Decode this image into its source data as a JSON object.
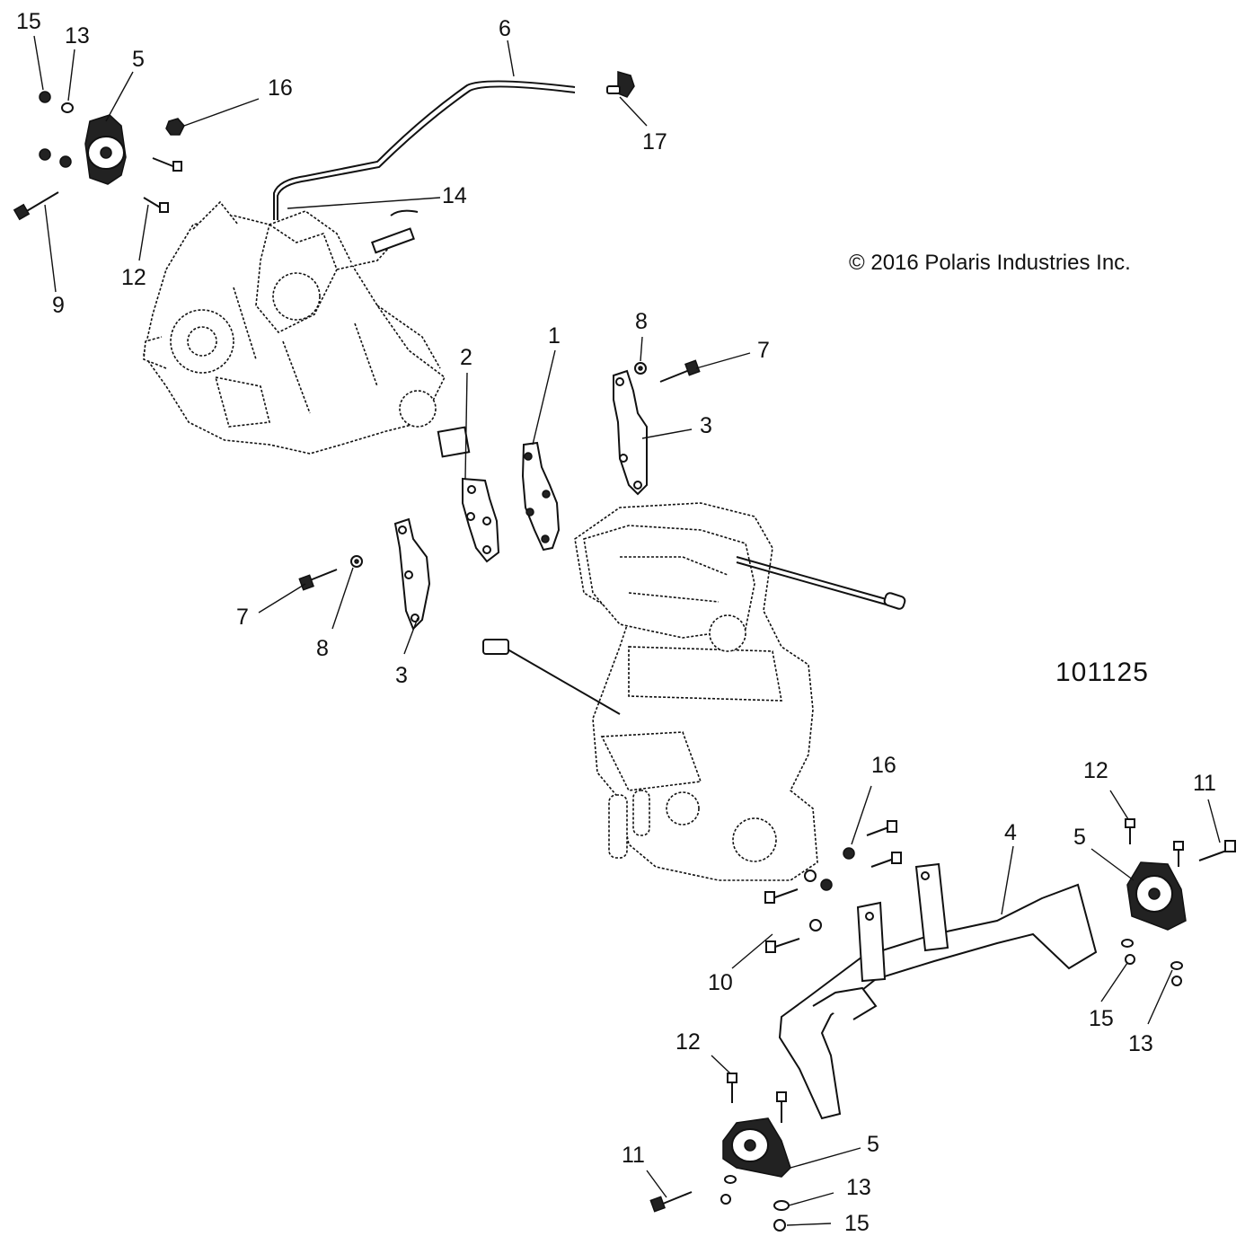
{
  "copyright": "© 2016 Polaris Industries Inc.",
  "drawing_number": "101125",
  "callouts": [
    {
      "id": "c15a",
      "text": "15"
    },
    {
      "id": "c13a",
      "text": "13"
    },
    {
      "id": "c5a",
      "text": "5"
    },
    {
      "id": "c16a",
      "text": "16"
    },
    {
      "id": "c6",
      "text": "6"
    },
    {
      "id": "c17",
      "text": "17"
    },
    {
      "id": "c14",
      "text": "14"
    },
    {
      "id": "c12a",
      "text": "12"
    },
    {
      "id": "c9",
      "text": "9"
    },
    {
      "id": "c8a",
      "text": "8"
    },
    {
      "id": "c7a",
      "text": "7"
    },
    {
      "id": "c1",
      "text": "1"
    },
    {
      "id": "c2",
      "text": "2"
    },
    {
      "id": "c3a",
      "text": "3"
    },
    {
      "id": "c7b",
      "text": "7"
    },
    {
      "id": "c8b",
      "text": "8"
    },
    {
      "id": "c3b",
      "text": "3"
    },
    {
      "id": "c16b",
      "text": "16"
    },
    {
      "id": "c12b",
      "text": "12"
    },
    {
      "id": "c11a",
      "text": "11"
    },
    {
      "id": "c5b",
      "text": "5"
    },
    {
      "id": "c4",
      "text": "4"
    },
    {
      "id": "c10",
      "text": "10"
    },
    {
      "id": "c15b",
      "text": "15"
    },
    {
      "id": "c13b",
      "text": "13"
    },
    {
      "id": "c12c",
      "text": "12"
    },
    {
      "id": "c11b",
      "text": "11"
    },
    {
      "id": "c5c",
      "text": "5"
    },
    {
      "id": "c13c",
      "text": "13"
    },
    {
      "id": "c15c",
      "text": "15"
    }
  ]
}
